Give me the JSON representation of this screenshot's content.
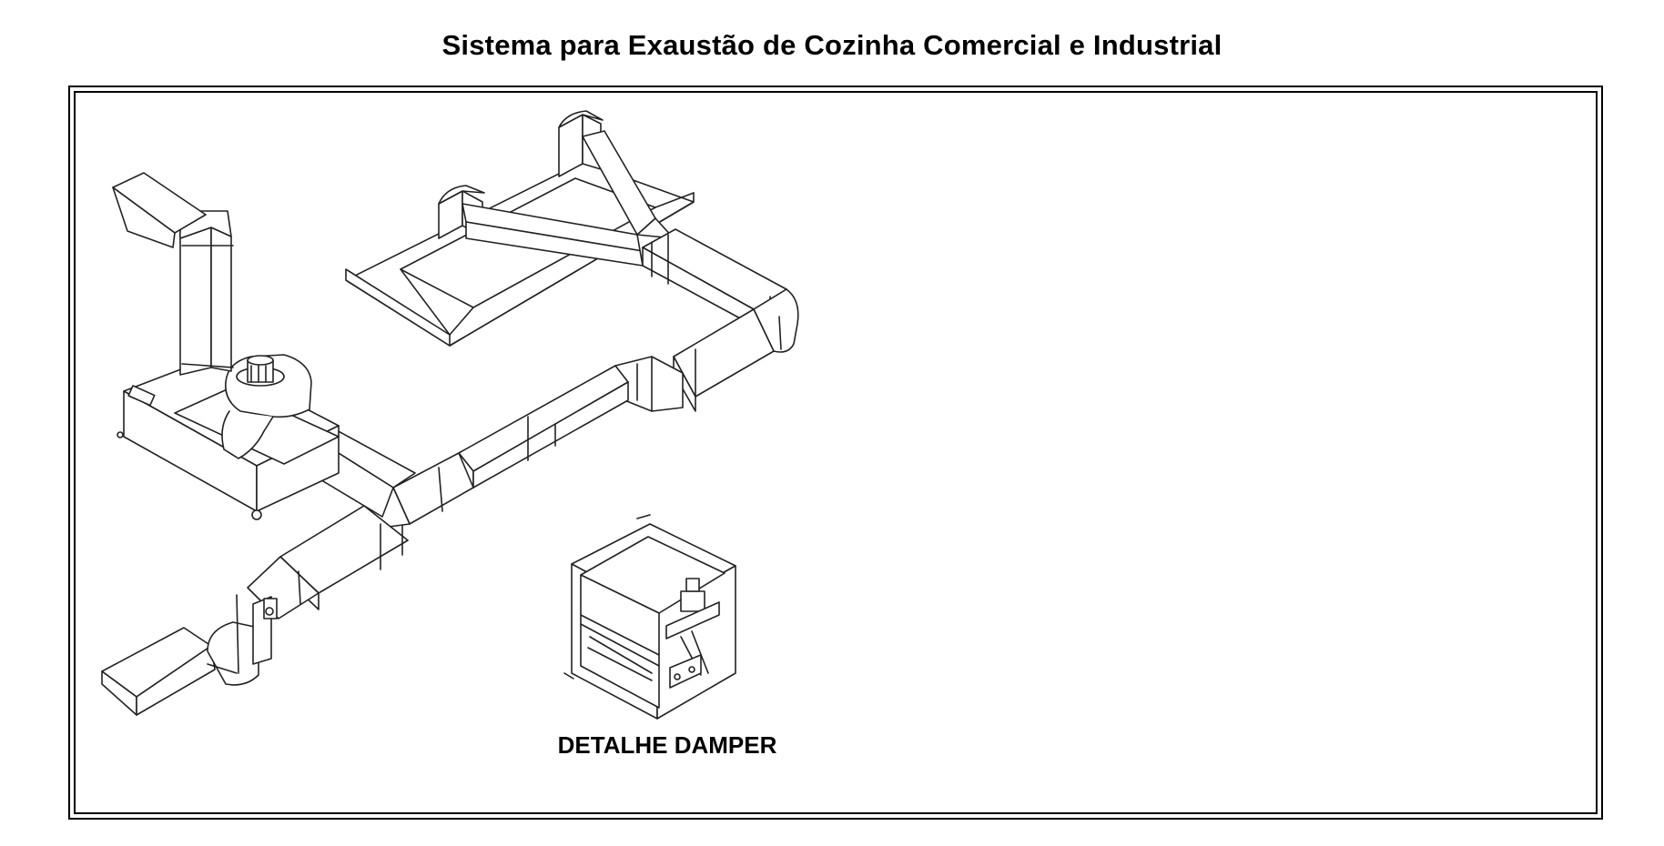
{
  "title": "Sistema para Exaustão de Cozinha Comercial e Industrial",
  "diagram": {
    "damper_caption": "DETALHE DAMPER",
    "components": [
      "exhaust-hood",
      "y-duct-branch",
      "duct-run",
      "fan-box",
      "centrifugal-fan",
      "discharge-chimney",
      "fresh-air-intake",
      "damper-detail"
    ]
  }
}
